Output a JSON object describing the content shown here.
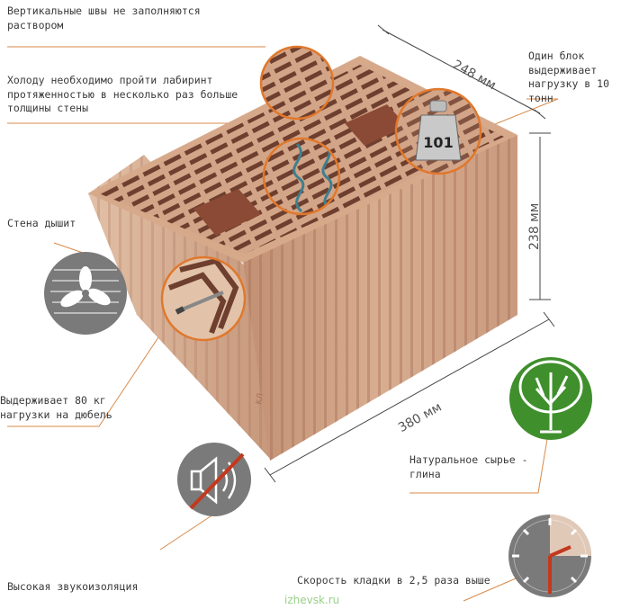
{
  "annotations": {
    "vertical_joints": "Вертикальные швы не заполняются\nраствором",
    "labyrinth": "Холоду необходимо пройти лабиринт\nпротяженностью в несколько раз больше\nтолщины стены",
    "breathing_wall": "Стена дышит",
    "dowel_load": "Выдерживает 80 кг\nнагрузки на дюбель",
    "sound_insulation": "Высокая звукоизоляция",
    "block_load": "Один блок\nвыдерживает\nнагрузку в 10 тонн",
    "natural_material": "Натуральное сырье -\nглина",
    "laying_speed": "Скорость кладки в 2,5 раза выше"
  },
  "dimensions": {
    "depth": "248 мм",
    "height": "238 мм",
    "length": "380 мм"
  },
  "weight_label": "101",
  "watermark": "izhevsk.ru",
  "icons": [
    "fan-icon",
    "speaker-muted-icon",
    "tree-icon",
    "clock-icon",
    "weight-icon"
  ],
  "colors": {
    "accent_orange": "#e0782c",
    "icon_gray": "#7a7a7a",
    "tree_green": "#3f8f2c",
    "clay": "#c79b7c",
    "clay_dark": "#8a5a44",
    "watermark_green": "#9ad08a"
  }
}
